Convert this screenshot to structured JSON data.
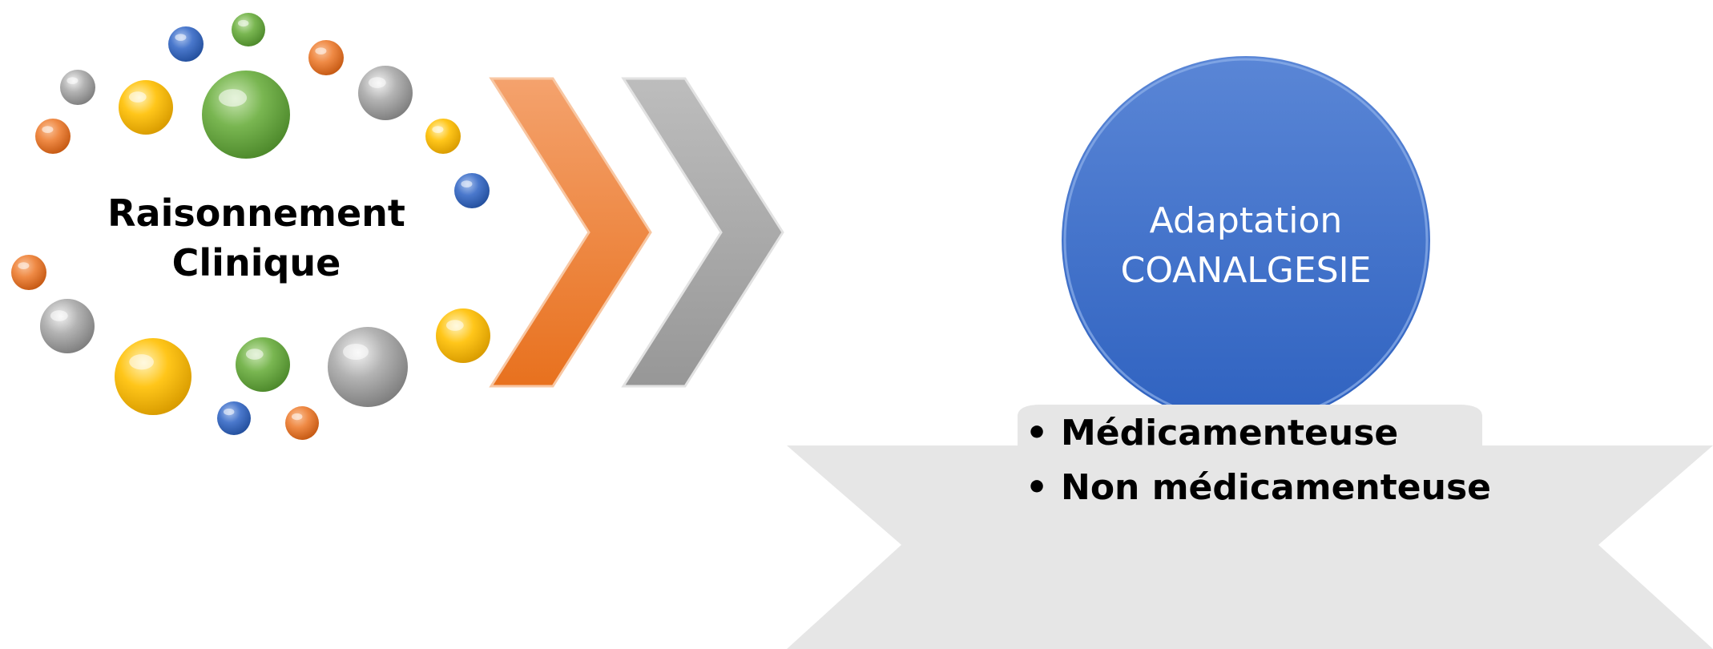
{
  "cluster": {
    "title_line1": "Raisonnement",
    "title_line2": "Clinique",
    "bubble_colors": {
      "orange": "#ed7d31",
      "green": "#70ad47",
      "blue": "#4472c4",
      "gray": "#a5a5a5",
      "yellow": "#ffc000"
    },
    "bubbles": [
      {
        "color": "green"
      },
      {
        "color": "blue"
      },
      {
        "color": "orange"
      },
      {
        "color": "gray"
      },
      {
        "color": "yellow"
      },
      {
        "color": "green"
      },
      {
        "color": "gray"
      },
      {
        "color": "orange"
      },
      {
        "color": "yellow"
      },
      {
        "color": "blue"
      },
      {
        "color": "orange"
      },
      {
        "color": "gray"
      },
      {
        "color": "yellow"
      },
      {
        "color": "green"
      },
      {
        "color": "gray"
      },
      {
        "color": "yellow"
      },
      {
        "color": "blue"
      },
      {
        "color": "orange"
      }
    ]
  },
  "chevrons": [
    {
      "color": "#ed7d31",
      "icon": "chevron-right-icon"
    },
    {
      "color": "#a5a5a5",
      "icon": "chevron-right-icon"
    }
  ],
  "target": {
    "line1": "Adaptation",
    "line2": "COANALGESIE",
    "circle_color": "#4472c4",
    "banner_color": "#e7e6e6",
    "items": [
      "Médicamenteuse",
      "Non médicamenteuse"
    ]
  }
}
